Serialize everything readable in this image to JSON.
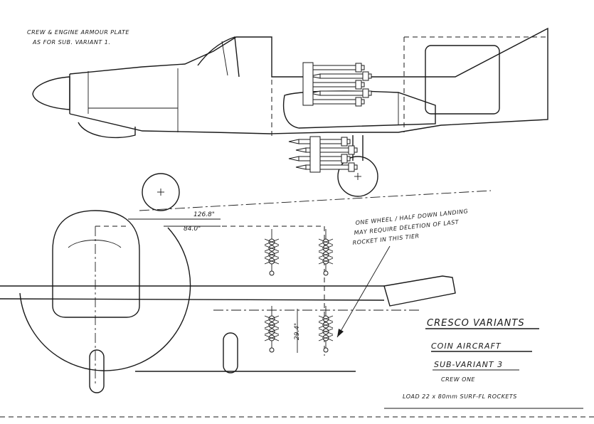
{
  "notes": {
    "armour_line1": "CREW & ENGINE ARMOUR PLATE",
    "armour_line2": "AS FOR SUB. VARIANT 1.",
    "wheel_line1": "ONE WHEEL / HALF DOWN LANDING",
    "wheel_line2": "MAY REQUIRE DELETION OF LAST",
    "wheel_line3": "ROCKET IN THIS TIER"
  },
  "dimensions": {
    "span_outer": "126.8\"",
    "span_inner": "84.0\"",
    "vertical": "29.4\""
  },
  "title_block": {
    "title": "CRESCO VARIANTS",
    "subtitle": "COIN AIRCRAFT",
    "variant": "SUB-VARIANT 3",
    "crew": "CREW ONE",
    "load": "LOAD 22 x 80mm SURF-FL ROCKETS"
  }
}
